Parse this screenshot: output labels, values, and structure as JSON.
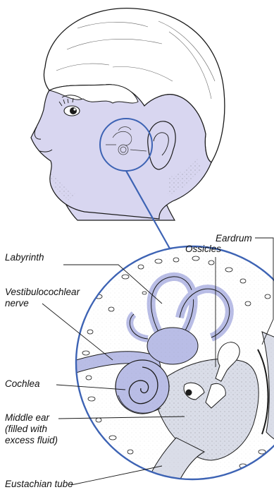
{
  "labels": {
    "labyrinth": "Labyrinth",
    "eardrum": "Eardrum",
    "ossicles": "Ossicles",
    "vestibulocochlear_line1": "Vestibulocochlear",
    "vestibulocochlear_line2": "nerve",
    "cochlea": "Cochlea",
    "middle_ear_line1": "Middle ear",
    "middle_ear_line2": "(filled with",
    "middle_ear_line3": "excess fluid)",
    "eustachian_tube": "Eustachian tube"
  },
  "colors": {
    "skin": "#d8d6f0",
    "hair": "#ffffff",
    "outline": "#1a1a1a",
    "callout_ring": "#3d63b4",
    "membrane": "#b9bde6",
    "cavity": "#dadde8",
    "bone": "#ffffff"
  }
}
